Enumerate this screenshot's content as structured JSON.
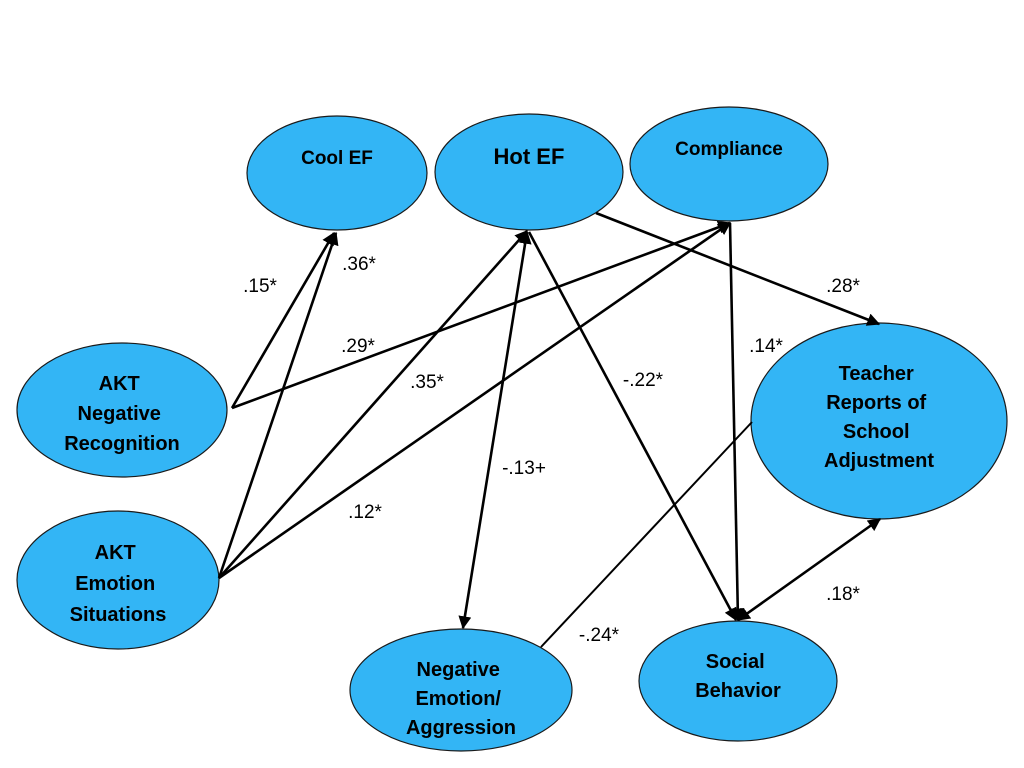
{
  "nodes": {
    "cool_ef": [
      "Cool EF"
    ],
    "hot_ef": [
      "Hot EF"
    ],
    "compliance": [
      "Compliance"
    ],
    "akt_neg_rec": [
      "AKT",
      "Negative",
      "Recognition"
    ],
    "akt_emo_sit": [
      "AKT",
      "Emotion",
      "Situations"
    ],
    "teacher_reports": [
      "Teacher",
      "Reports of",
      "School",
      "Adjustment"
    ],
    "neg_emotion": [
      "Negative",
      "Emotion/",
      "Aggression"
    ],
    "social_behavior": [
      "Social",
      "Behavior"
    ]
  },
  "coefficients": {
    "neg_rec_to_cool": ".15*",
    "emo_sit_to_cool": ".36*",
    "neg_rec_to_compliance": ".29*",
    "emo_sit_to_hot": ".35*",
    "emo_sit_to_compliance": ".12*",
    "hot_to_teacher": ".28*",
    "compliance_to_social": ".14*",
    "hot_to_social": "-.22*",
    "hot_to_neg_emotion": "-.13+",
    "neg_emotion_to_teacher": "-.24*",
    "social_to_teacher": ".18*"
  }
}
